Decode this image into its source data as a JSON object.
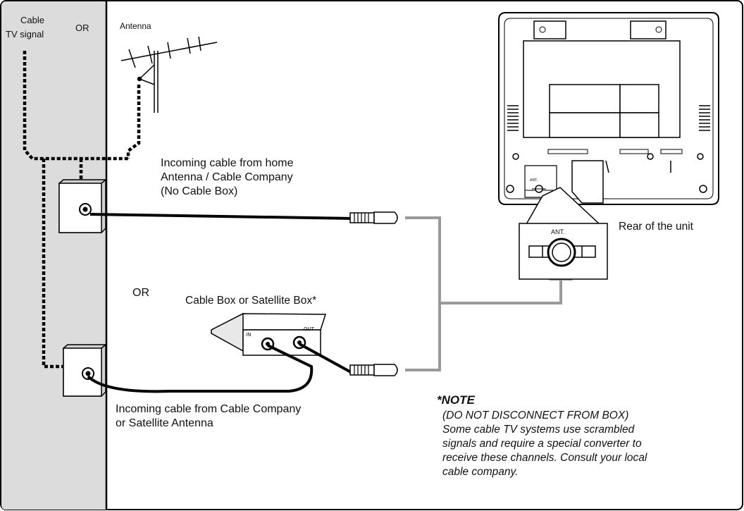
{
  "labels": {
    "cable": "Cable",
    "tv_signal": "TV signal",
    "or_top": "OR",
    "antenna": "Antenna",
    "incoming_home": [
      "Incoming cable from home",
      "Antenna / Cable Company",
      "(No Cable Box)"
    ],
    "or_middle": "OR",
    "cable_box": "Cable Box or Satellite Box*",
    "in": "IN",
    "out": "OUT",
    "incoming_company": [
      "Incoming cable from Cable Company",
      "or Satellite Antenna"
    ],
    "rear_of_unit": "Rear of the unit",
    "ant": "ANT.",
    "ant_small": "ANT."
  },
  "note": {
    "title": "*NOTE",
    "lines": [
      "(DO NOT DISCONNECT FROM BOX)",
      "Some cable TV systems use scrambled",
      "signals and require a special converter to",
      "receive these channels. Consult your local",
      "cable company."
    ]
  },
  "colors": {
    "wall": "#dcdcdc",
    "route_line": "#9a9a9a",
    "line": "#000000"
  }
}
